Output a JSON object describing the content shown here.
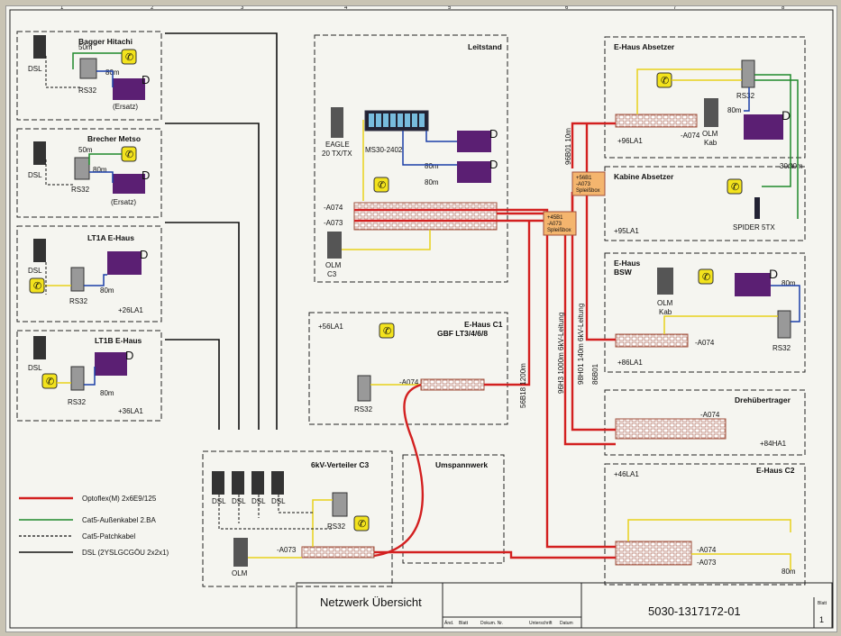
{
  "colors": {
    "optoflex": "#d32020",
    "cat5_aussen": "#1f8a2a",
    "cat5_patch": "#111111",
    "dsl": "#111111",
    "yellow": "#e8d21a",
    "camera": "#5b1f73",
    "blue": "#1b3fa8"
  },
  "legend": [
    {
      "label": "Optoflex(M) 2x6E9/125",
      "style": "red-solid"
    },
    {
      "label": "Cat5-Außenkabel 2.BA",
      "style": "green-solid"
    },
    {
      "label": "Cat5-Patchkabel",
      "style": "black-dashed"
    },
    {
      "label": "DSL (2YSLGCGÖU 2x2x1)",
      "style": "black-solid"
    }
  ],
  "boxes": {
    "bagger": {
      "title": "Bagger Hitachi",
      "dsl": "DSL",
      "rs": "RS32",
      "len1": "50m",
      "len2": "80m",
      "ersatz": "(Ersatz)",
      "d": "D"
    },
    "brecher": {
      "title": "Brecher Metso",
      "dsl": "DSL",
      "rs": "RS32",
      "len1": "50m",
      "len2": "80m",
      "ersatz": "(Ersatz)",
      "d": "D"
    },
    "lt1a": {
      "title": "LT1A E-Haus",
      "dsl": "DSL",
      "rs": "RS32",
      "len": "80m",
      "tag": "+26LA1",
      "d": "D"
    },
    "lt1b": {
      "title": "LT1B E-Haus",
      "dsl": "DSL",
      "rs": "RS32",
      "len": "80m",
      "tag": "+36LA1",
      "d": "D"
    },
    "leitstand": {
      "title": "Leitstand",
      "eagle": "EAGLE",
      "eagle2": "20 TX/TX",
      "ms30": "MS30-2402",
      "olm": "OLM",
      "olm2": "C3",
      "a074": "-A074",
      "a073": "-A073",
      "len1": "80m",
      "len2": "80m",
      "d1": "D",
      "d2": "D"
    },
    "ehaus_c1": {
      "tag": "+56LA1",
      "title": "E-Haus C1",
      "subtitle": "GBF LT3/4/6/8",
      "rs": "RS32",
      "a074": "-A074"
    },
    "umspannwerk": {
      "title": "Umspannwerk"
    },
    "verteiler": {
      "title": "6kV-Verteiler C3",
      "dsl": "DSL",
      "rs": "RS32",
      "olm": "OLM",
      "a073": "-A073"
    },
    "absetzer": {
      "title": "E-Haus Absetzer",
      "tag": "+96LA1",
      "a074": "-A074",
      "rs": "RS32",
      "olm": "OLM",
      "olm2": "Kab",
      "len1": "80m",
      "len2": "30m",
      "len3": "30m",
      "d": "D"
    },
    "kabine": {
      "title": "Kabine Absetzer",
      "tag": "+95LA1",
      "spider": "SPIDER 5TX"
    },
    "bsw": {
      "title": "E-Haus",
      "title2": "BSW",
      "olm": "OLM",
      "olm2": "Kab",
      "rs": "RS32",
      "a074": "-A074",
      "len": "80m",
      "tag": "+86LA1",
      "d": "D"
    },
    "dreh": {
      "title": "Drehübertrager",
      "a074": "-A074",
      "tag": "+84HA1"
    },
    "c2": {
      "title": "E-Haus C2",
      "tag": "+46LA1",
      "a074": "-A074",
      "a073": "-A073",
      "len": "80m"
    }
  },
  "splice1": {
    "l1": "+56B1",
    "l2": "-A073",
    "l3": "Spleißbox"
  },
  "splice2": {
    "l1": "+45B1",
    "l2": "-A073",
    "l3": "Spleißbox"
  },
  "cables": {
    "c96b01": "96B01 10m",
    "c96h3": "96H3 1000m 6kV-Leitung",
    "c98h01": "98H01 140m 6kV-Leitung",
    "c86b01": "86B01",
    "c56b18": "56B18 1200m"
  },
  "titleblock": {
    "title": "Netzwerk Übersicht",
    "number": "5030-1317172-01",
    "blatt_label": "Blatt",
    "blatt": "1",
    "fields": [
      "Änd.",
      "Blatt",
      "Dokum. Nr.",
      "Unterschrift",
      "Datum"
    ]
  },
  "grid": [
    "1",
    "2",
    "3",
    "4",
    "5",
    "6",
    "7",
    "8"
  ]
}
